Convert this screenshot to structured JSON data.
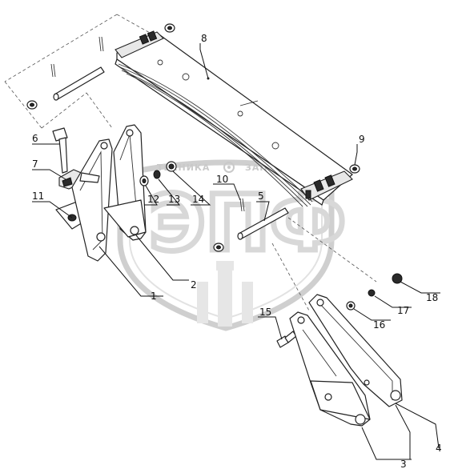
{
  "watermark": {
    "text_left": "ТЕХНИКА",
    "text_right": "ЗАПЧАСТИ",
    "logo_letters": "ЭПФ"
  },
  "labels": {
    "p1": "1",
    "p2": "2",
    "p3": "3",
    "p4": "4",
    "p5": "5",
    "p6": "6",
    "p7": "7",
    "p8": "8",
    "p9": "9",
    "p10": "10",
    "p11": "11",
    "p12": "12",
    "p13": "13",
    "p14": "14",
    "p15": "15",
    "p16": "16",
    "p17": "17",
    "p18": "18"
  }
}
